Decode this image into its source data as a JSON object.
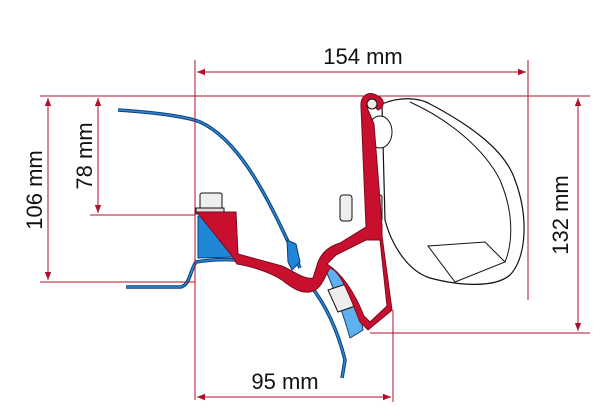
{
  "dimensions": {
    "width_top": "154 mm",
    "width_bottom": "95 mm",
    "height_left_outer": "106 mm",
    "height_left_inner": "78 mm",
    "height_right": "132 mm"
  },
  "colors": {
    "dimension_lines": "#b0102a",
    "adapter_bracket": "#c8102e",
    "vehicle_profile": "#1f7ac8",
    "outline": "#111111"
  }
}
